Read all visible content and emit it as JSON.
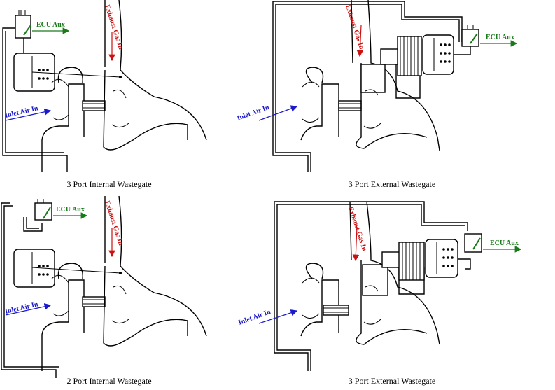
{
  "panels": [
    {
      "caption": "3 Port Internal Wastegate",
      "ecu": "ECU Aux",
      "inlet": "Inlet Air In",
      "exhaust": "Exhaust Gas In"
    },
    {
      "caption": "3 Port External Wastegate",
      "ecu": "ECU Aux",
      "inlet": "Inlet Air In",
      "exhaust": "Exhaust Gas In"
    },
    {
      "caption": "2 Port Internal Wastegate",
      "ecu": "ECU Aux",
      "inlet": "Inlet Air In",
      "exhaust": "Exhaust Gas In"
    },
    {
      "caption": "3 Port External Wastegate",
      "ecu": "ECU Aux",
      "inlet": "Inlet Air In",
      "exhaust": "Exhaust Gas In"
    }
  ],
  "colors": {
    "ecu_arrow": "#1a7a1a",
    "inlet_arrow": "#1a1acc",
    "exhaust_arrow": "#cc1111"
  }
}
